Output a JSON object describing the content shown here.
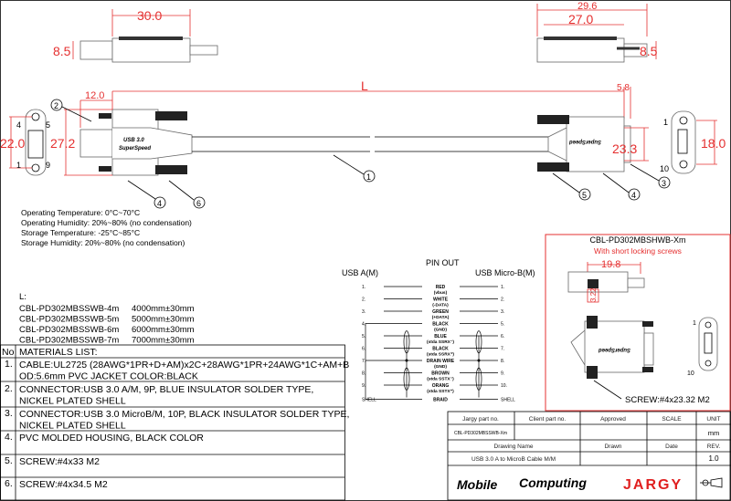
{
  "dimensions": {
    "top_left_width": "30.0",
    "top_left_height": "8.5",
    "top_right_width_outer": "29.6",
    "top_right_width_inner": "27.0",
    "top_right_height": "8.5",
    "plug_length": "12.0",
    "cable_length": "L",
    "micro_offset": "5.8",
    "a_face_height": "22.0",
    "a_body_height": "27.2",
    "micro_body_height": "23.3",
    "micro_face_height": "18.0",
    "short_width": "19.8",
    "short_height": "3.22"
  },
  "callouts": [
    "1",
    "2",
    "3",
    "4",
    "5",
    "6"
  ],
  "pin_labels_a": [
    "4",
    "5",
    "1",
    "9"
  ],
  "pin_labels_micro": [
    "1",
    "10"
  ],
  "molding_text": [
    "USB 3.0",
    "SuperSpeed"
  ],
  "environment": [
    "Operating Temperature: 0°C~70°C",
    "Operating Humidity: 20%~80% (no condensation)",
    "Storage Temperature: -25°C~85°C",
    "Storage  Humidity: 20%~80% (no condensation)"
  ],
  "lengths": {
    "label": "L:",
    "items": [
      {
        "part": "CBL-PD302MBSSWB-4m",
        "length": "4000mm±30mm"
      },
      {
        "part": "CBL-PD302MBSSWB-5m",
        "length": "5000mm±30mm"
      },
      {
        "part": "CBL-PD302MBSSWB-6m",
        "length": "6000mm±30mm"
      },
      {
        "part": "CBL-PD302MBSSWB-7m",
        "length": "7000mm±30mm"
      }
    ]
  },
  "materials": {
    "no_header": "No",
    "header": "MATERIALS LIST:",
    "rows": [
      {
        "no": "1.",
        "line1": "CABLE:UL2725 (28AWG*1PR+D+AM)x2C+28AWG*1PR+24AWG*1C+AM+B",
        "line2": "OD:5.6mm  PVC JACKET COLOR:BLACK"
      },
      {
        "no": "2.",
        "line1": "CONNECTOR:USB 3.0 A/M, 9P, BLUE INSULATOR SOLDER TYPE,",
        "line2": "NICKEL PLATED SHELL"
      },
      {
        "no": "3.",
        "line1": "CONNECTOR:USB 3.0 MicroB/M, 10P, BLACK INSULATOR SOLDER TYPE,",
        "line2": "NICKEL PLATED SHELL"
      },
      {
        "no": "4.",
        "line1": "PVC MOLDED HOUSING, BLACK COLOR",
        "line2": ""
      },
      {
        "no": "5.",
        "line1": "SCREW:#4x33 M2",
        "line2": ""
      },
      {
        "no": "6.",
        "line1": "SCREW:#4x34.5 M2",
        "line2": ""
      }
    ]
  },
  "pinout": {
    "title": "PIN OUT",
    "left_header": "USB A(M)",
    "right_header": "USB Micro-B(M)",
    "rows": [
      {
        "left": "1.",
        "wire": "RED",
        "sub": "(vbus)",
        "right": "1."
      },
      {
        "left": "2.",
        "wire": "WHITE",
        "sub": "(-DATA)",
        "right": "2."
      },
      {
        "left": "3.",
        "wire": "GREEN",
        "sub": "(+DATA)",
        "right": "3."
      },
      {
        "left": "4.",
        "wire": "BLACK",
        "sub": "(GND)",
        "right": "5."
      },
      {
        "left": "5.",
        "wire": "BLUE",
        "sub": "(stda SSRX⁻)",
        "right": "6."
      },
      {
        "left": "6.",
        "wire": "BLACK",
        "sub": "(stda SSRX⁺)",
        "right": "7."
      },
      {
        "left": "7.",
        "wire": "DRAIN WIRE",
        "sub": "(GND)",
        "right": "8."
      },
      {
        "left": "8.",
        "wire": "BROWN",
        "sub": "(stda SSTX⁻)",
        "right": "9."
      },
      {
        "left": "9.",
        "wire": "ORANG",
        "sub": "(stda SSTX⁺)",
        "right": "10."
      },
      {
        "left": "SHELL",
        "wire": "BRAID",
        "sub": "",
        "right": "SHELL"
      }
    ]
  },
  "variant": {
    "title": "CBL-PD302MBSHWB-Xm",
    "subtitle": "With short locking screws",
    "screw_note": "SCREW:#4x23.32 M2"
  },
  "title_block": {
    "h_part": "Jargy part no.",
    "h_client": "Client part no.",
    "h_approved": "Approved",
    "h_scale": "SCALE",
    "h_unit": "UNIT",
    "part_no": "CBL-PD302MBSSWB-Xm",
    "unit": "mm",
    "h_drawing": "Drawing Name",
    "h_drawn": "Drawn",
    "h_date": "Date",
    "h_rev": "REV.",
    "drawing_name": "USB 3.0 A to MicroB Cable M/M",
    "rev": "1.0",
    "logo_mobile": "Mobile",
    "logo_computing": "Computing",
    "logo_jargy": "JARGY"
  },
  "colors": {
    "dimension": "#e53030",
    "brand_red": "#e02020"
  }
}
